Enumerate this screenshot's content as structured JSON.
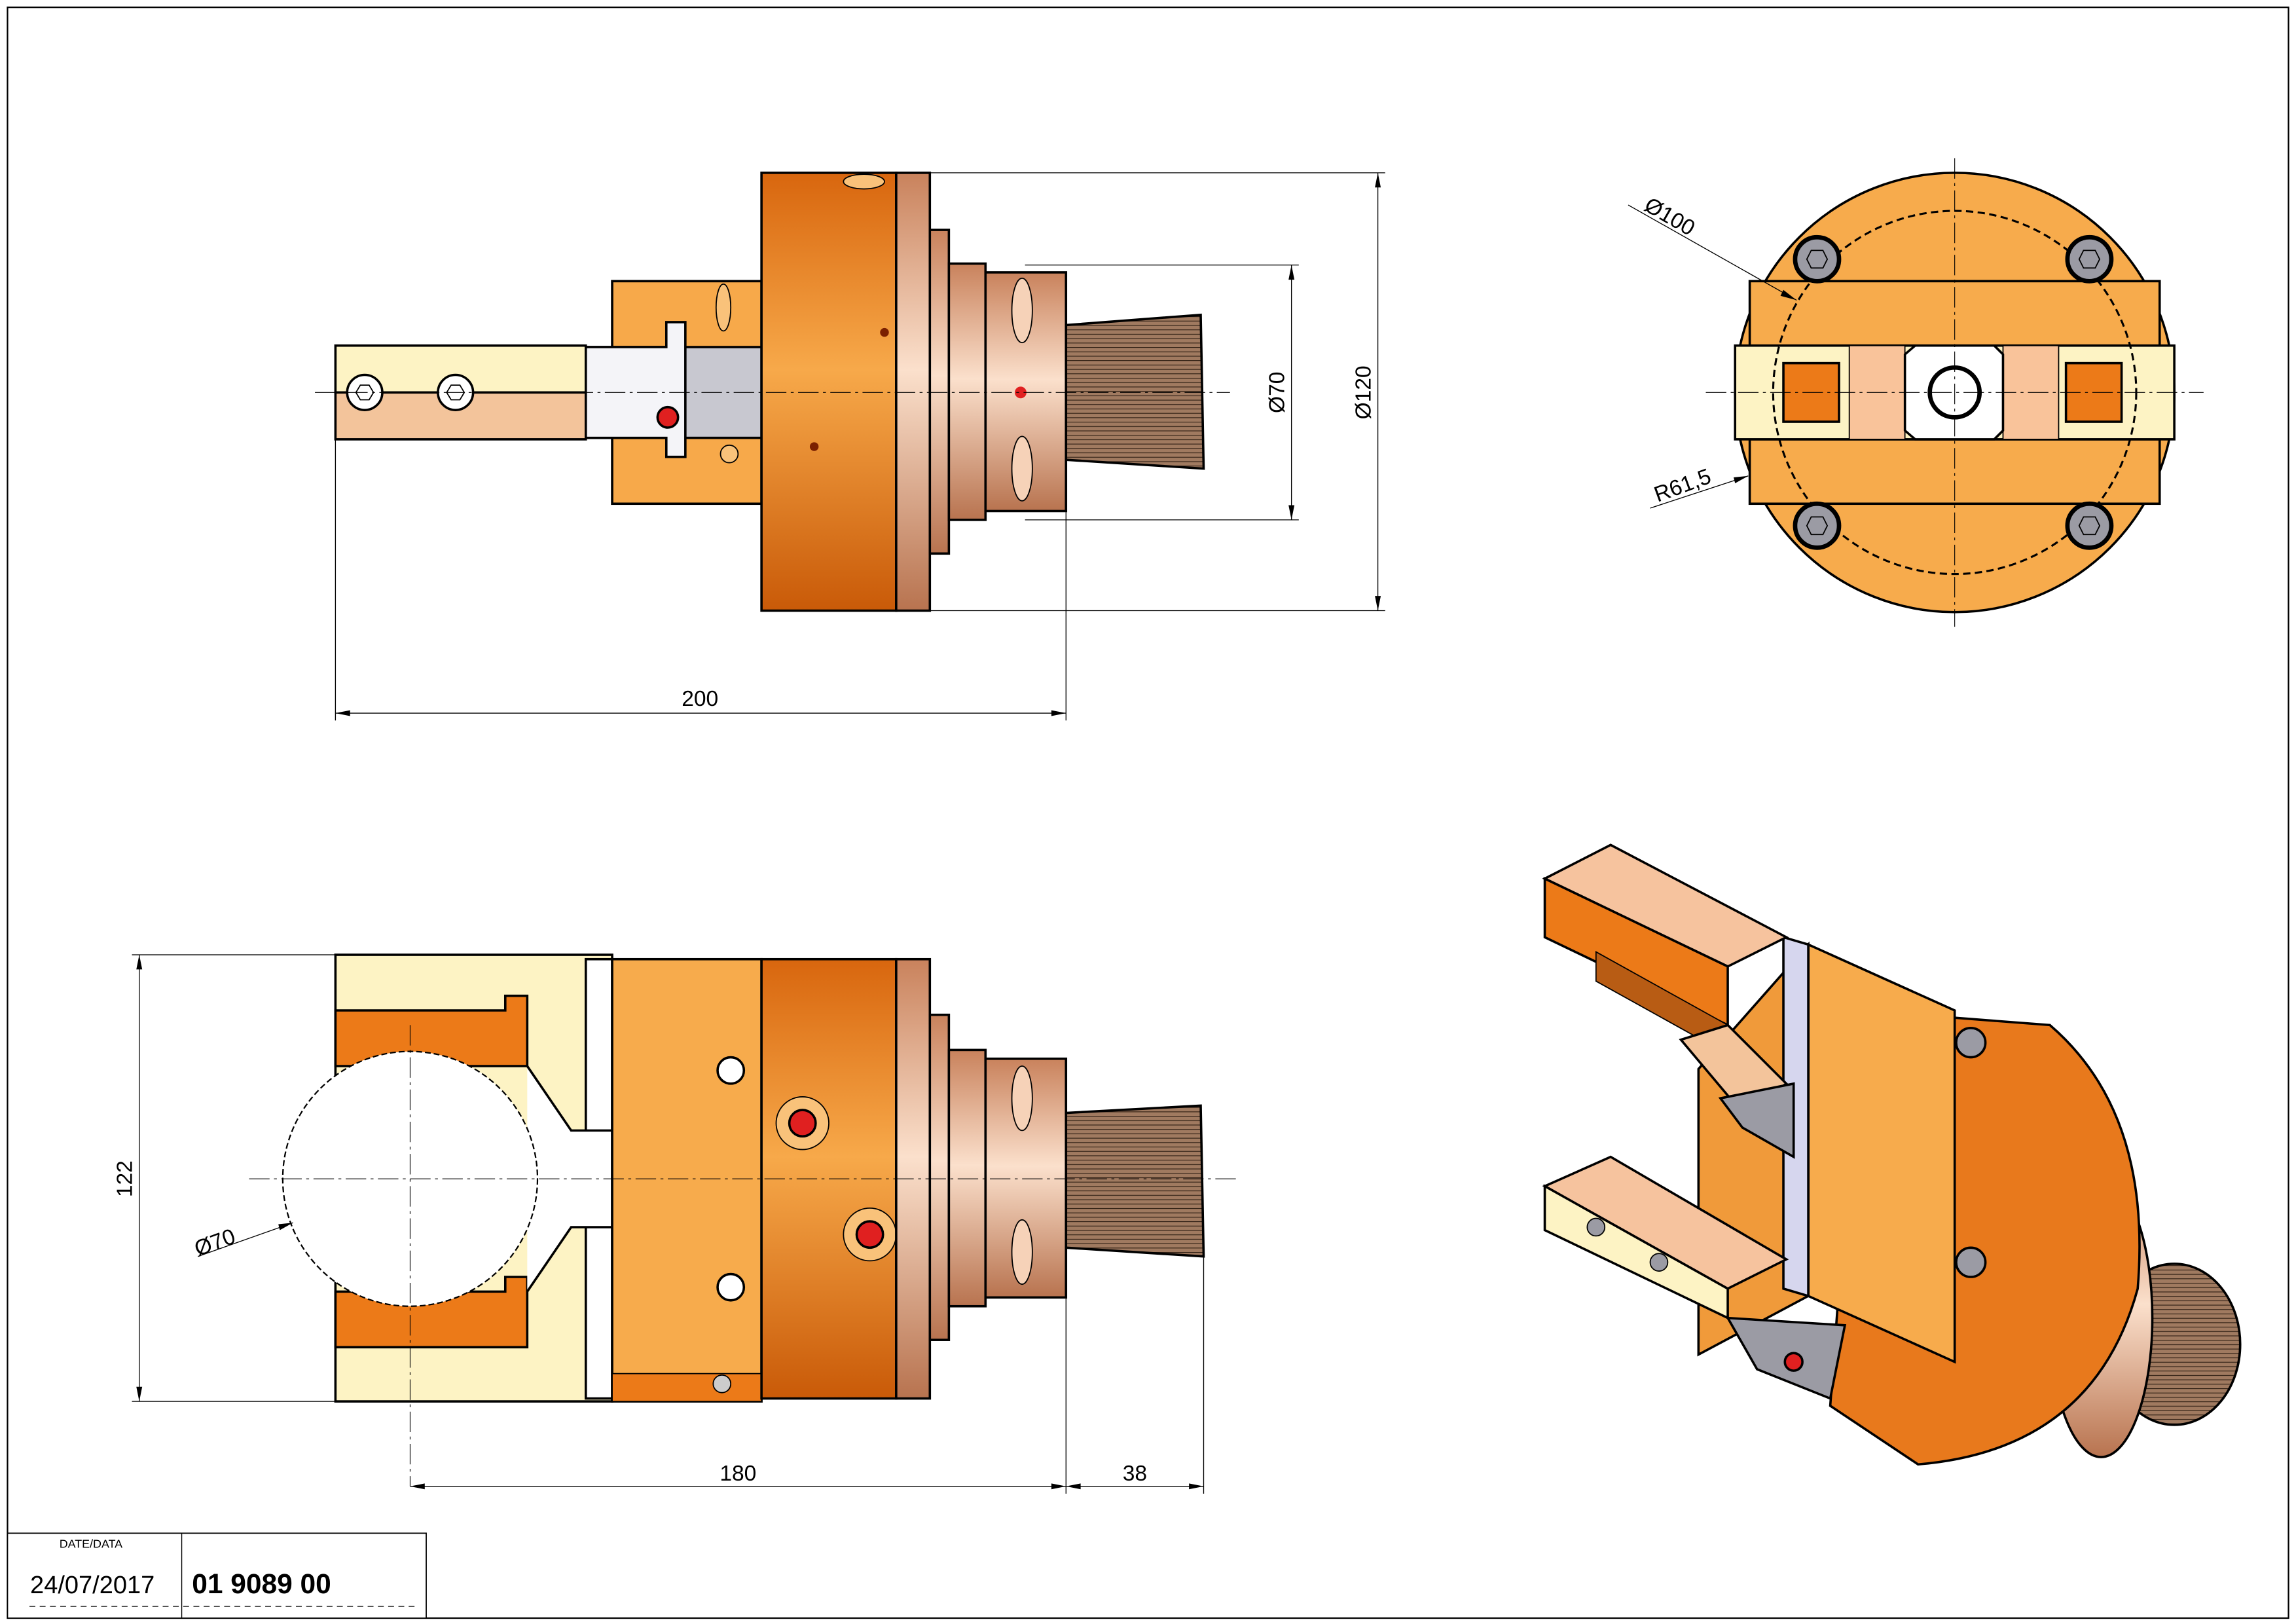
{
  "drawing": {
    "views": [
      "side-view",
      "end-view",
      "front-view",
      "isometric-view"
    ],
    "dimensions": {
      "overall_length": "200",
      "shank_diameter": "Ø70",
      "flange_diameter": "Ø120",
      "bolt_circle": "Ø100",
      "outer_radius": "R61,5",
      "jaw_height": "122",
      "grip_diameter": "Ø70",
      "body_length": "180",
      "shank_length": "38"
    },
    "colors": {
      "body_orange": "#f7a94a",
      "flange_orange": "#e8791c",
      "jaw_cream": "#fdf3c4",
      "copper": "#eaa882",
      "knurl": "#6b4a36"
    }
  },
  "title_block": {
    "date_label": "DATE/DATA",
    "date_value": "24/07/2017",
    "part_number": "01 9089 00"
  }
}
